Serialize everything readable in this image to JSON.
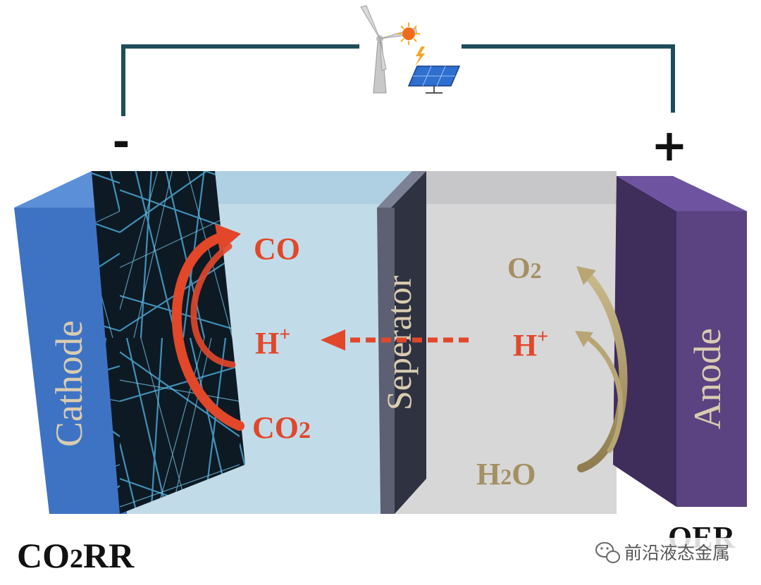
{
  "polarity": {
    "negative": "-",
    "positive": "+"
  },
  "electrodes": {
    "cathode": "Cathode",
    "separator": "Seperator",
    "anode": "Anode"
  },
  "cathode_side": {
    "co": "CO",
    "h_plus": "H",
    "h_plus_sup": "+",
    "co2": "CO",
    "co2_sub": "2"
  },
  "anode_side": {
    "o2": "O",
    "o2_sub": "2",
    "h_plus": "H",
    "h_plus_sup": "+",
    "h2o_h": "H",
    "h2o_sub": "2",
    "h2o_o": "O"
  },
  "reactions": {
    "cathode_co2": "CO",
    "cathode_co2_sub": "2",
    "cathode_rr": "RR",
    "anode": "OER"
  },
  "watermark": {
    "text": "前沿液态金属",
    "icon": "wechat-icon"
  },
  "power_source": {
    "icons": [
      "wind-turbine-icon",
      "sun-icon",
      "lightning-icon",
      "solar-panel-icon"
    ]
  },
  "colors": {
    "cathode": "#3e73c4",
    "anode": "#5a4380",
    "separator": "#5d6072",
    "wire": "#1f4c5a",
    "cathode_arrow": "#e2472a",
    "anode_arrow": "#a49063",
    "electrolyte_left": "#c2dbe8",
    "electrolyte_right": "#d7d7d8"
  }
}
